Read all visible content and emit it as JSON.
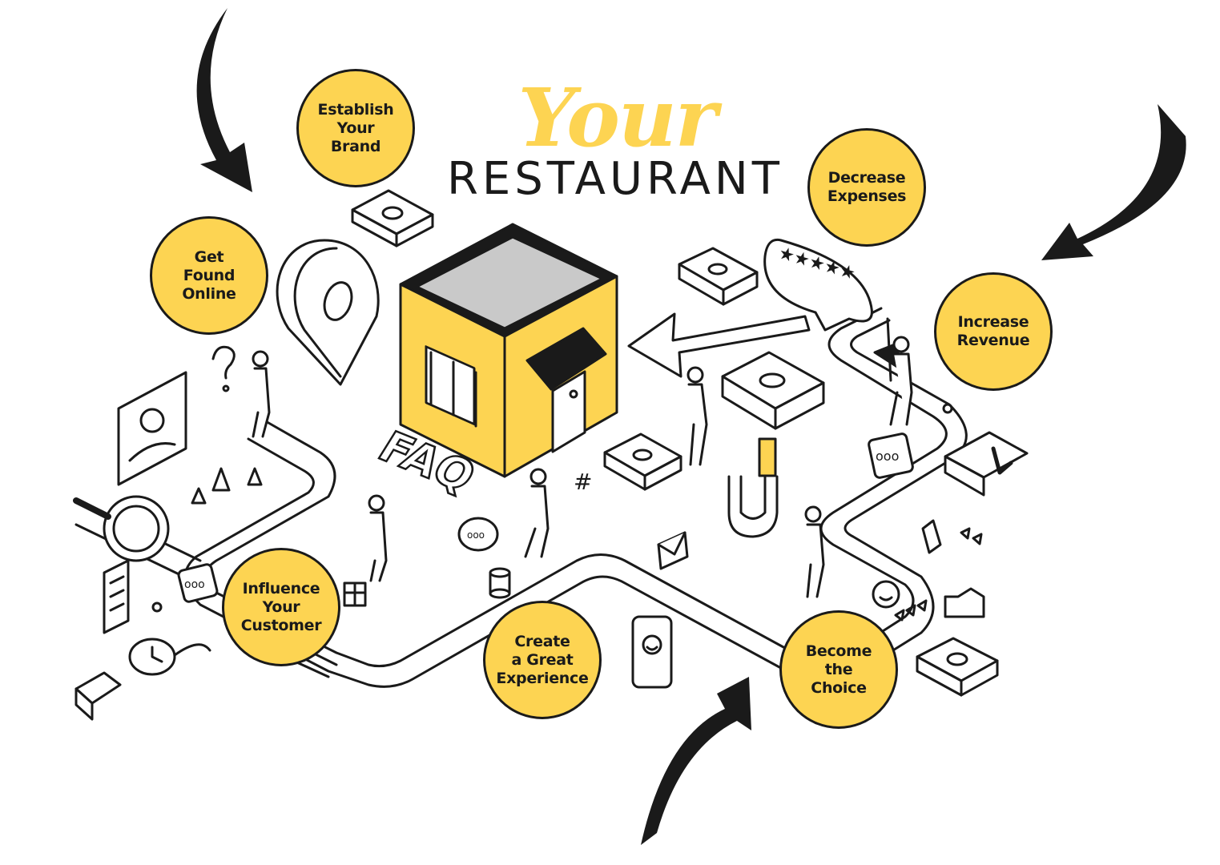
{
  "title": {
    "line1": "Your",
    "line2": "RESTAURANT"
  },
  "badges": [
    {
      "label": "Establish\nYour\nBrand"
    },
    {
      "label": "Get\nFound\nOnline"
    },
    {
      "label": "Decrease\nExpenses"
    },
    {
      "label": "Increase\nRevenue"
    },
    {
      "label": "Influence\nYour\nCustomer"
    },
    {
      "label": "Create\na Great\nExperience"
    },
    {
      "label": "Become\nthe\nChoice"
    }
  ],
  "store_sign": {
    "faq": "FAQ",
    "hash": "#"
  },
  "colors": {
    "accent": "#fdd452",
    "ink": "#1a1a1a",
    "roof": "#c9c9c9",
    "paper": "#ffffff"
  },
  "icons": [
    "location-pin-icon",
    "rating-stars-icon",
    "money-bill-icon",
    "chat-bubble-icon",
    "magnifier-icon",
    "checklist-icon",
    "envelope-icon",
    "smiley-phone-icon",
    "clock-icon",
    "gift-icon",
    "coins-stack-icon",
    "question-mark-icon",
    "megaphone-icon",
    "magnet-hand-icon",
    "arrow-icon"
  ]
}
